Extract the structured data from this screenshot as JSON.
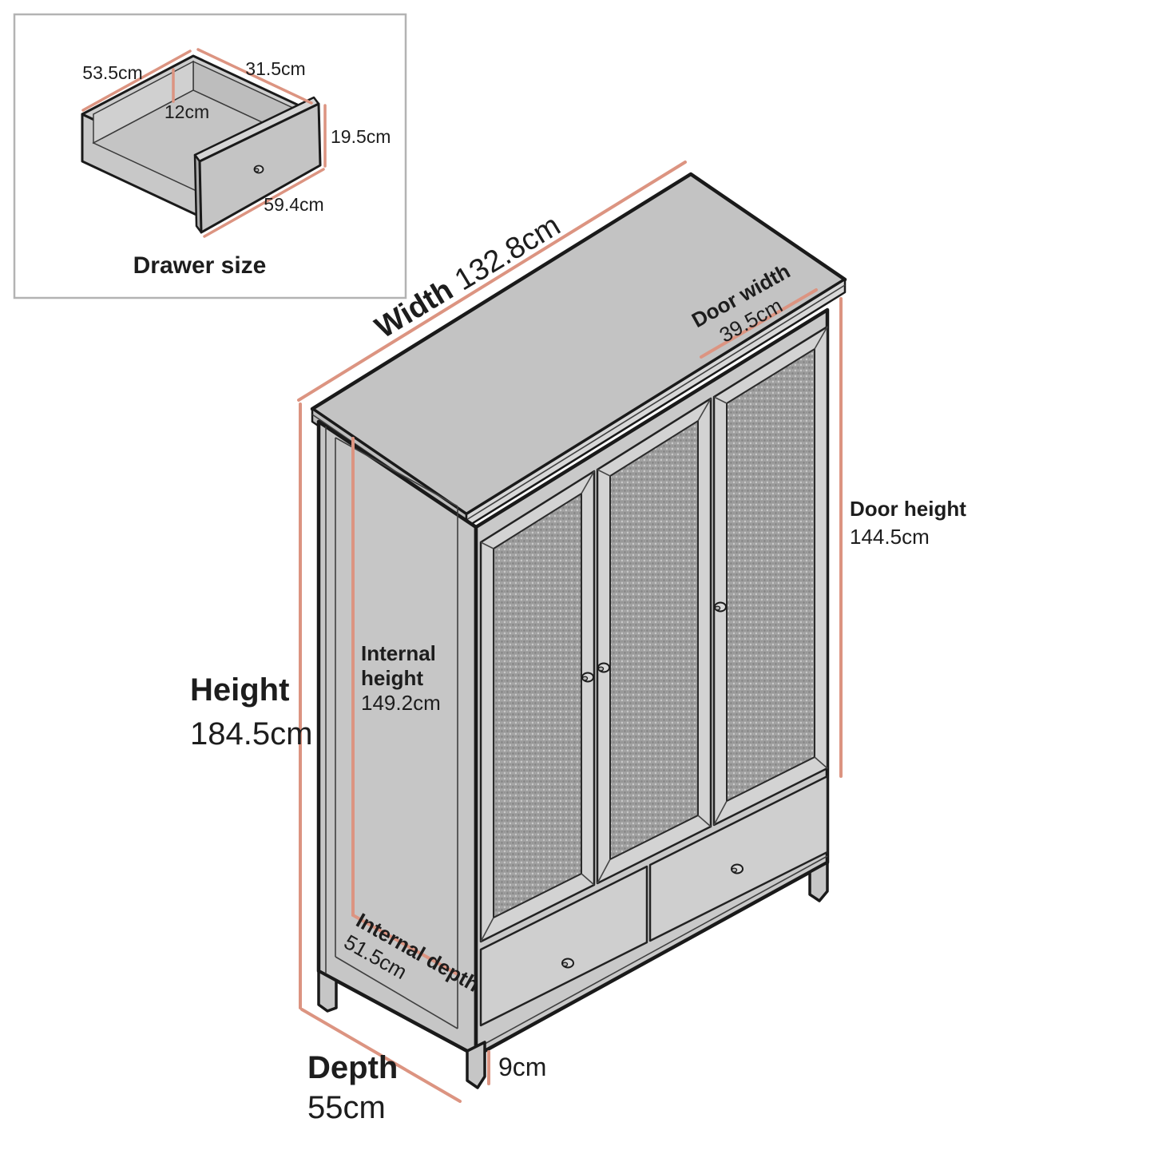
{
  "inset": {
    "title": "Drawer size",
    "dims": {
      "back_left_edge": "53.5cm",
      "back_right_edge": "31.5cm",
      "internal_depth": "12cm",
      "front_height": "19.5cm",
      "front_width": "59.4cm"
    }
  },
  "wardrobe": {
    "width": {
      "label": "Width",
      "value": "132.8cm"
    },
    "door_width": {
      "label": "Door width",
      "value": "39.5cm"
    },
    "door_height": {
      "label": "Door height",
      "value": "144.5cm"
    },
    "height": {
      "label": "Height",
      "value": "184.5cm"
    },
    "internal_height": {
      "label_line1": "Internal",
      "label_line2": "height",
      "value": "149.2cm"
    },
    "internal_depth": {
      "label": "Internal depth",
      "value": "51.5cm"
    },
    "depth": {
      "label": "Depth",
      "value": "55cm"
    },
    "leg_height": {
      "value": "9cm"
    }
  },
  "colors": {
    "dimension_line": "#dc9481",
    "outline": "#1a1a1a",
    "text": "#1d1d1d",
    "surface_gray": "#c6c6c6",
    "panel_texture_gray": "#9e9e9e",
    "background": "#ffffff"
  }
}
